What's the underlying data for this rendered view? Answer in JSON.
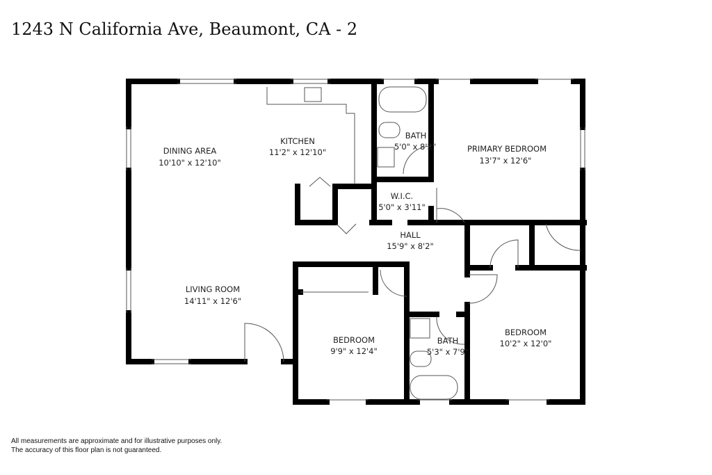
{
  "title": "1243 N California Ave, Beaumont, CA - 2",
  "rooms": [
    {
      "name": "DINING AREA",
      "size": "10'10\" x 12'10\""
    },
    {
      "name": "KITCHEN",
      "size": "11'2\" x 12'10\""
    },
    {
      "name": "BATH",
      "size": "5'0\" x 8'2\""
    },
    {
      "name": "PRIMARY BEDROOM",
      "size": "13'7\" x 12'6\""
    },
    {
      "name": "W.I.C.",
      "size": "5'0\" x 3'11\""
    },
    {
      "name": "HALL",
      "size": "15'9\" x 8'2\""
    },
    {
      "name": "LIVING ROOM",
      "size": "14'11\" x 12'6\""
    },
    {
      "name": "BEDROOM",
      "size": "9'9\" x 12'4\""
    },
    {
      "name": "BATH",
      "size": "5'3\" x 7'9\""
    },
    {
      "name": "BEDROOM",
      "size": "10'2\" x 12'0\""
    }
  ],
  "footer": {
    "line1": "All measurements are approximate and for illustrative purposes only.",
    "line2": "The accuracy of this floor plan is not guaranteed."
  },
  "colors": {
    "wall": "#000000",
    "background": "#ffffff"
  }
}
